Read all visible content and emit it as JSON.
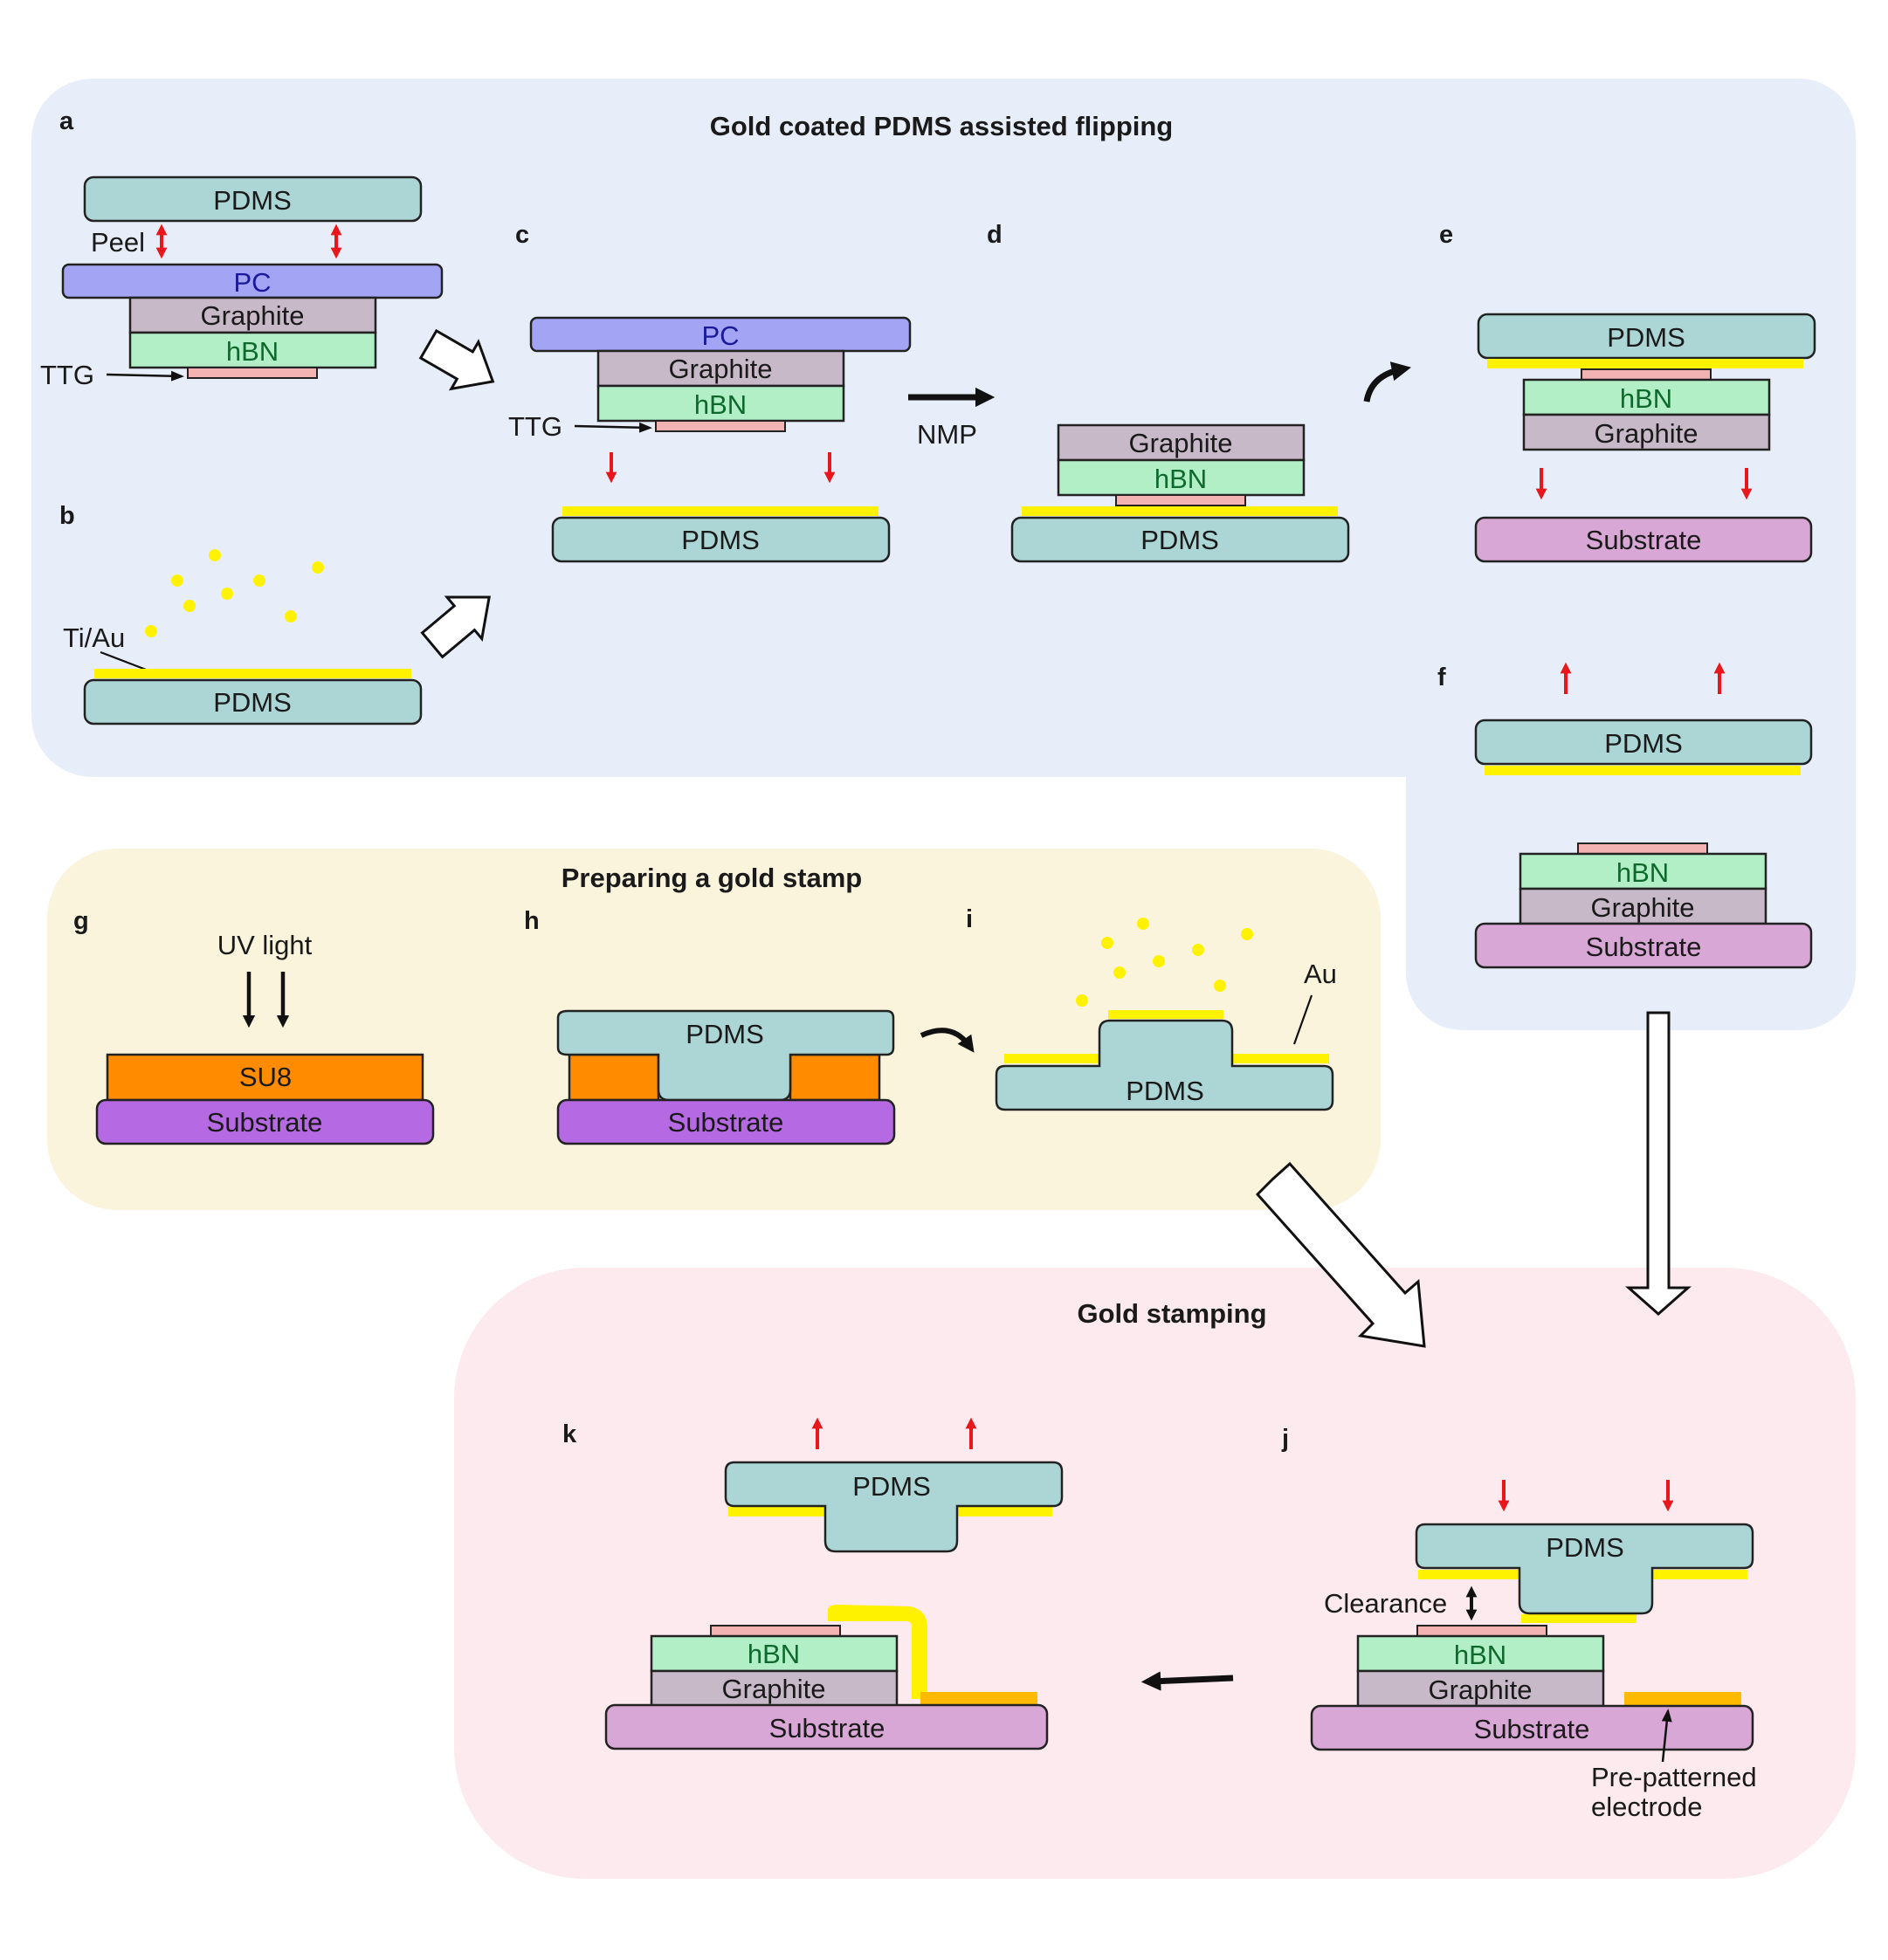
{
  "sections": {
    "flipping_title": "Gold coated PDMS assisted flipping",
    "stamp_title": "Preparing a gold stamp",
    "stamping_title": "Gold stamping"
  },
  "panels": {
    "a": "a",
    "b": "b",
    "c": "c",
    "d": "d",
    "e": "e",
    "f": "f",
    "g": "g",
    "h": "h",
    "i": "i",
    "j": "j",
    "k": "k"
  },
  "materials": {
    "pdms": "PDMS",
    "pc": "PC",
    "graphite": "Graphite",
    "hbn": "hBN",
    "substrate": "Substrate",
    "su8": "SU8"
  },
  "annotations": {
    "peel": "Peel",
    "ttg": "TTG",
    "ti_au": "Ti/Au",
    "nmp": "NMP",
    "uv_light": "UV light",
    "au": "Au",
    "clearance": "Clearance",
    "electrode_line1": "Pre-patterned",
    "electrode_line2": "electrode"
  },
  "colors": {
    "section_flipping": "#e8eef9",
    "section_stamp": "#faf4dd",
    "section_stamping": "#fceaee",
    "pdms": "#acd6d6",
    "pc": "#a3a4f4",
    "graphite": "#c8b9c9",
    "hbn": "#b2efc7",
    "ttg": "#f3b3b3",
    "gold": "#fff200",
    "substrate_pink": "#d9a7d5",
    "substrate_purple": "#b569e2",
    "su8": "#ff8c00",
    "electrode": "#ffba00",
    "red_arrow": "#e8171b",
    "black_arrow": "#111111"
  }
}
